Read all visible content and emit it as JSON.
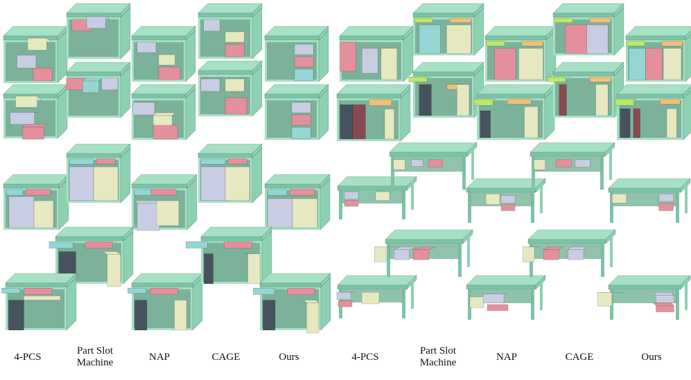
{
  "figure": {
    "column_labels": [
      "4-PCS",
      "Part Slot Machine",
      "NAP",
      "CAGE",
      "Ours",
      "4-PCS",
      "Part Slot Machine",
      "NAP",
      "CAGE",
      "Ours"
    ],
    "label_lines": [
      [
        "4-PCS"
      ],
      [
        "Part Slot",
        "Machine"
      ],
      [
        "NAP"
      ],
      [
        "CAGE"
      ],
      [
        "Ours"
      ],
      [
        "4-PCS"
      ],
      [
        "Part Slot",
        "Machine"
      ],
      [
        "NAP"
      ],
      [
        "CAGE"
      ],
      [
        "Ours"
      ]
    ],
    "colors": {
      "body": "#a6e0c5",
      "body_dark": "#7dc3a6",
      "body_side": "#8dd0b2",
      "pink": "#e58f9c",
      "lavender": "#c9cde4",
      "cream": "#e6e8bf",
      "teal": "#95d6d5",
      "green_drawer": "#b9e86a",
      "orange": "#efc07c",
      "slate": "#46535f",
      "maroon": "#884a52"
    }
  }
}
